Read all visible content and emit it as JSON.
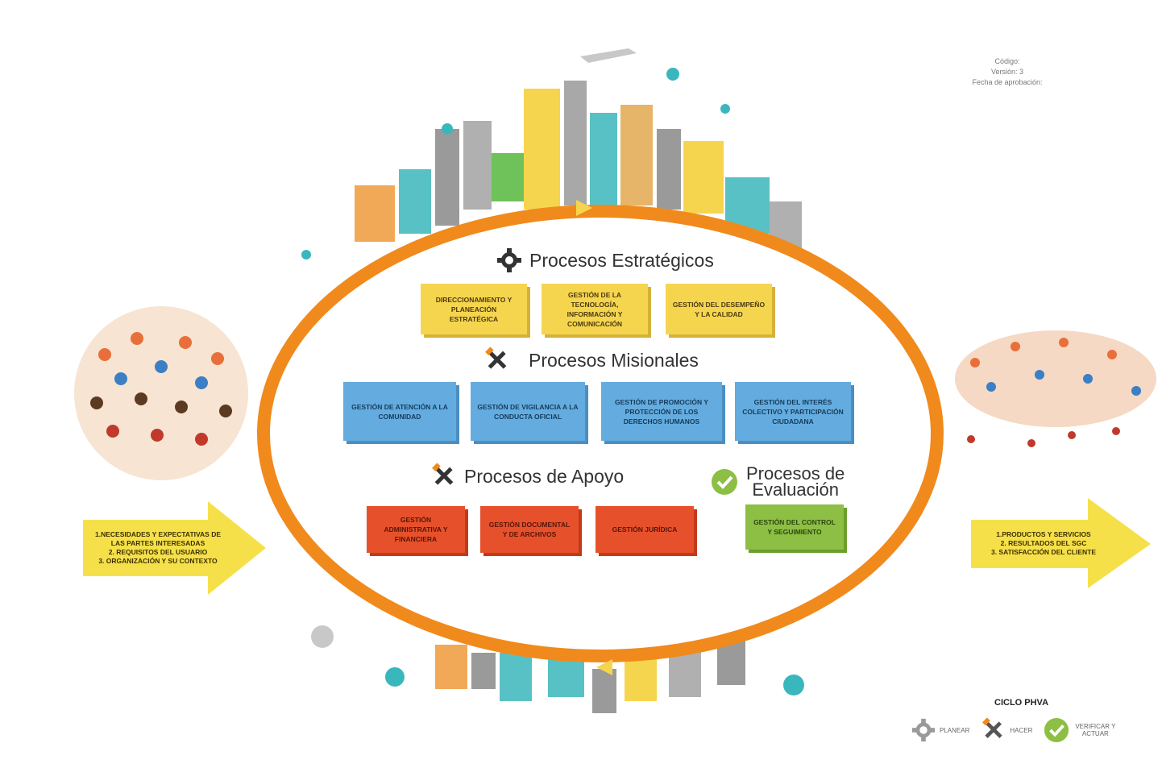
{
  "header": {
    "code_label": "Código:",
    "version_label": "Versión: 3",
    "approval_label": "Fecha de aprobación:"
  },
  "sections": {
    "estrategicos": {
      "title": "Procesos Estratégicos",
      "boxes": [
        "Direccionamiento y planeación estratégica",
        "Gestión de la tecnología, información y comunicación",
        "Gestión del desempeño y la calidad"
      ]
    },
    "misionales": {
      "title": "Procesos Misionales",
      "boxes": [
        "Gestión de atención a la comunidad",
        "Gestión de vigilancia a la conducta oficial",
        "Gestión de promoción y protección de los derechos humanos",
        "Gestión del interés colectivo y participación ciudadana"
      ]
    },
    "apoyo": {
      "title": "Procesos de Apoyo",
      "boxes": [
        "Gestión administrativa y financiera",
        "Gestión documental y de archivos",
        "Gestión jurídica"
      ]
    },
    "evaluacion": {
      "title_line1": "Procesos de",
      "title_line2": "Evaluación",
      "boxes": [
        "Gestión del control y seguimiento"
      ]
    }
  },
  "input_arrow": {
    "lines": [
      "1.Necesidades y expectativas de",
      "las partes interesadas",
      "2. Requisitos del usuario",
      "3. Organización y su contexto"
    ]
  },
  "output_arrow": {
    "lines": [
      "1.Productos y servicios",
      "2. Resultados del SGC",
      "3. Satisfacción del cliente"
    ]
  },
  "legend": {
    "title": "CICLO PHVA",
    "items": [
      "Planear",
      "Hacer",
      "Verificar y actuar"
    ]
  },
  "colors": {
    "ring": "#f08a1c",
    "strategic": "#f6d54e",
    "missional": "#64acdf",
    "support": "#e6512b",
    "evaluation": "#8cbf44",
    "arrow": "#f6e04a"
  },
  "icons": {
    "planear": "gear-icon",
    "hacer": "tools-icon",
    "verificar": "check-circle-icon"
  }
}
